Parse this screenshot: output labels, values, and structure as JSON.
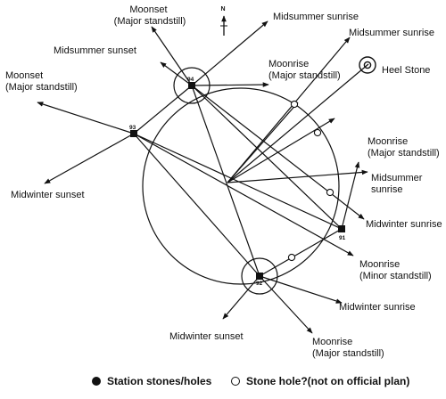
{
  "north_label": "N",
  "stations": [
    {
      "id": "94"
    },
    {
      "id": "93"
    },
    {
      "id": "91"
    },
    {
      "id": "92"
    }
  ],
  "labels": {
    "moonset_top": [
      "Moonset",
      "(Major standstill)"
    ],
    "midsummer_sunrise_top": "Midsummer sunrise",
    "midsummer_sunset": "Midsummer sunset",
    "midsummer_sunrise_right": "Midsummer sunrise",
    "moonrise_major_upper": [
      "Moonrise",
      "(Major standstill)"
    ],
    "heel_stone": "Heel Stone",
    "moonset_left": [
      "Moonset",
      "(Major standstill)"
    ],
    "moonrise_major_right": [
      "Moonrise",
      "(Major standstill)"
    ],
    "midwinter_sunset_left": "Midwinter sunset",
    "midsummer_sunrise_mid": [
      "Midsummer",
      "sunrise"
    ],
    "midwinter_sunrise_right": "Midwinter sunrise",
    "moonrise_minor": [
      "Moonrise",
      "(Minor standstill)"
    ],
    "midwinter_sunrise_bottom": "Midwinter sunrise",
    "midwinter_sunset_bottom": "Midwinter sunset",
    "moonrise_major_bottom": [
      "Moonrise",
      "(Major standstill)"
    ]
  },
  "legend": {
    "station_stones": "Station stones/holes",
    "stone_hole": "Stone hole?(not on official plan)"
  }
}
